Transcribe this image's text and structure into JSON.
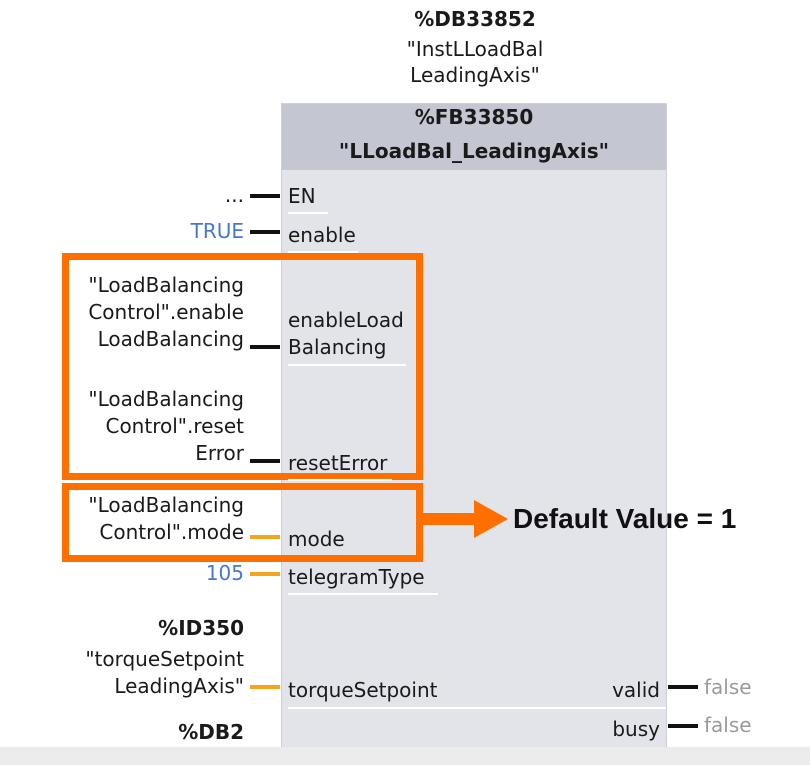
{
  "instance": {
    "db_address": "%DB33852",
    "db_name_line1": "\"InstLLoadBal",
    "db_name_line2": "LeadingAxis\""
  },
  "function_block": {
    "address": "%FB33850",
    "name": "\"LLoadBal_LeadingAxis\""
  },
  "inputs": [
    {
      "pin": "EN",
      "value": "..."
    },
    {
      "pin": "enable",
      "value": "TRUE"
    },
    {
      "pin_line1": "enableLoad",
      "pin_line2": "Balancing",
      "value_line1": "\"LoadBalancing",
      "value_line2": "Control\".enable",
      "value_line3": "LoadBalancing"
    },
    {
      "pin": "resetError",
      "value_line1": "\"LoadBalancing",
      "value_line2": "Control\".reset",
      "value_line3": "Error"
    },
    {
      "pin": "mode",
      "value_line1": "\"LoadBalancing",
      "value_line2": "Control\".mode"
    },
    {
      "pin": "telegramType",
      "value": "105"
    },
    {
      "pin": "torqueSetpoint",
      "address": "%ID350",
      "value_line1": "\"torqueSetpoint",
      "value_line2": "LeadingAxis\""
    },
    {
      "address": "%DB2"
    }
  ],
  "outputs": [
    {
      "pin": "valid",
      "value": "false"
    },
    {
      "pin": "busy",
      "value": "false"
    }
  ],
  "annotation": {
    "text": "Default Value = 1",
    "color": "#ff6f00"
  },
  "colors": {
    "teal": "#1a9e9e",
    "literal_blue": "#4a78c9",
    "wire_orange": "#f5a51c",
    "header_bg": "#c4c6d2",
    "body_bg": "#e3e3ea"
  }
}
